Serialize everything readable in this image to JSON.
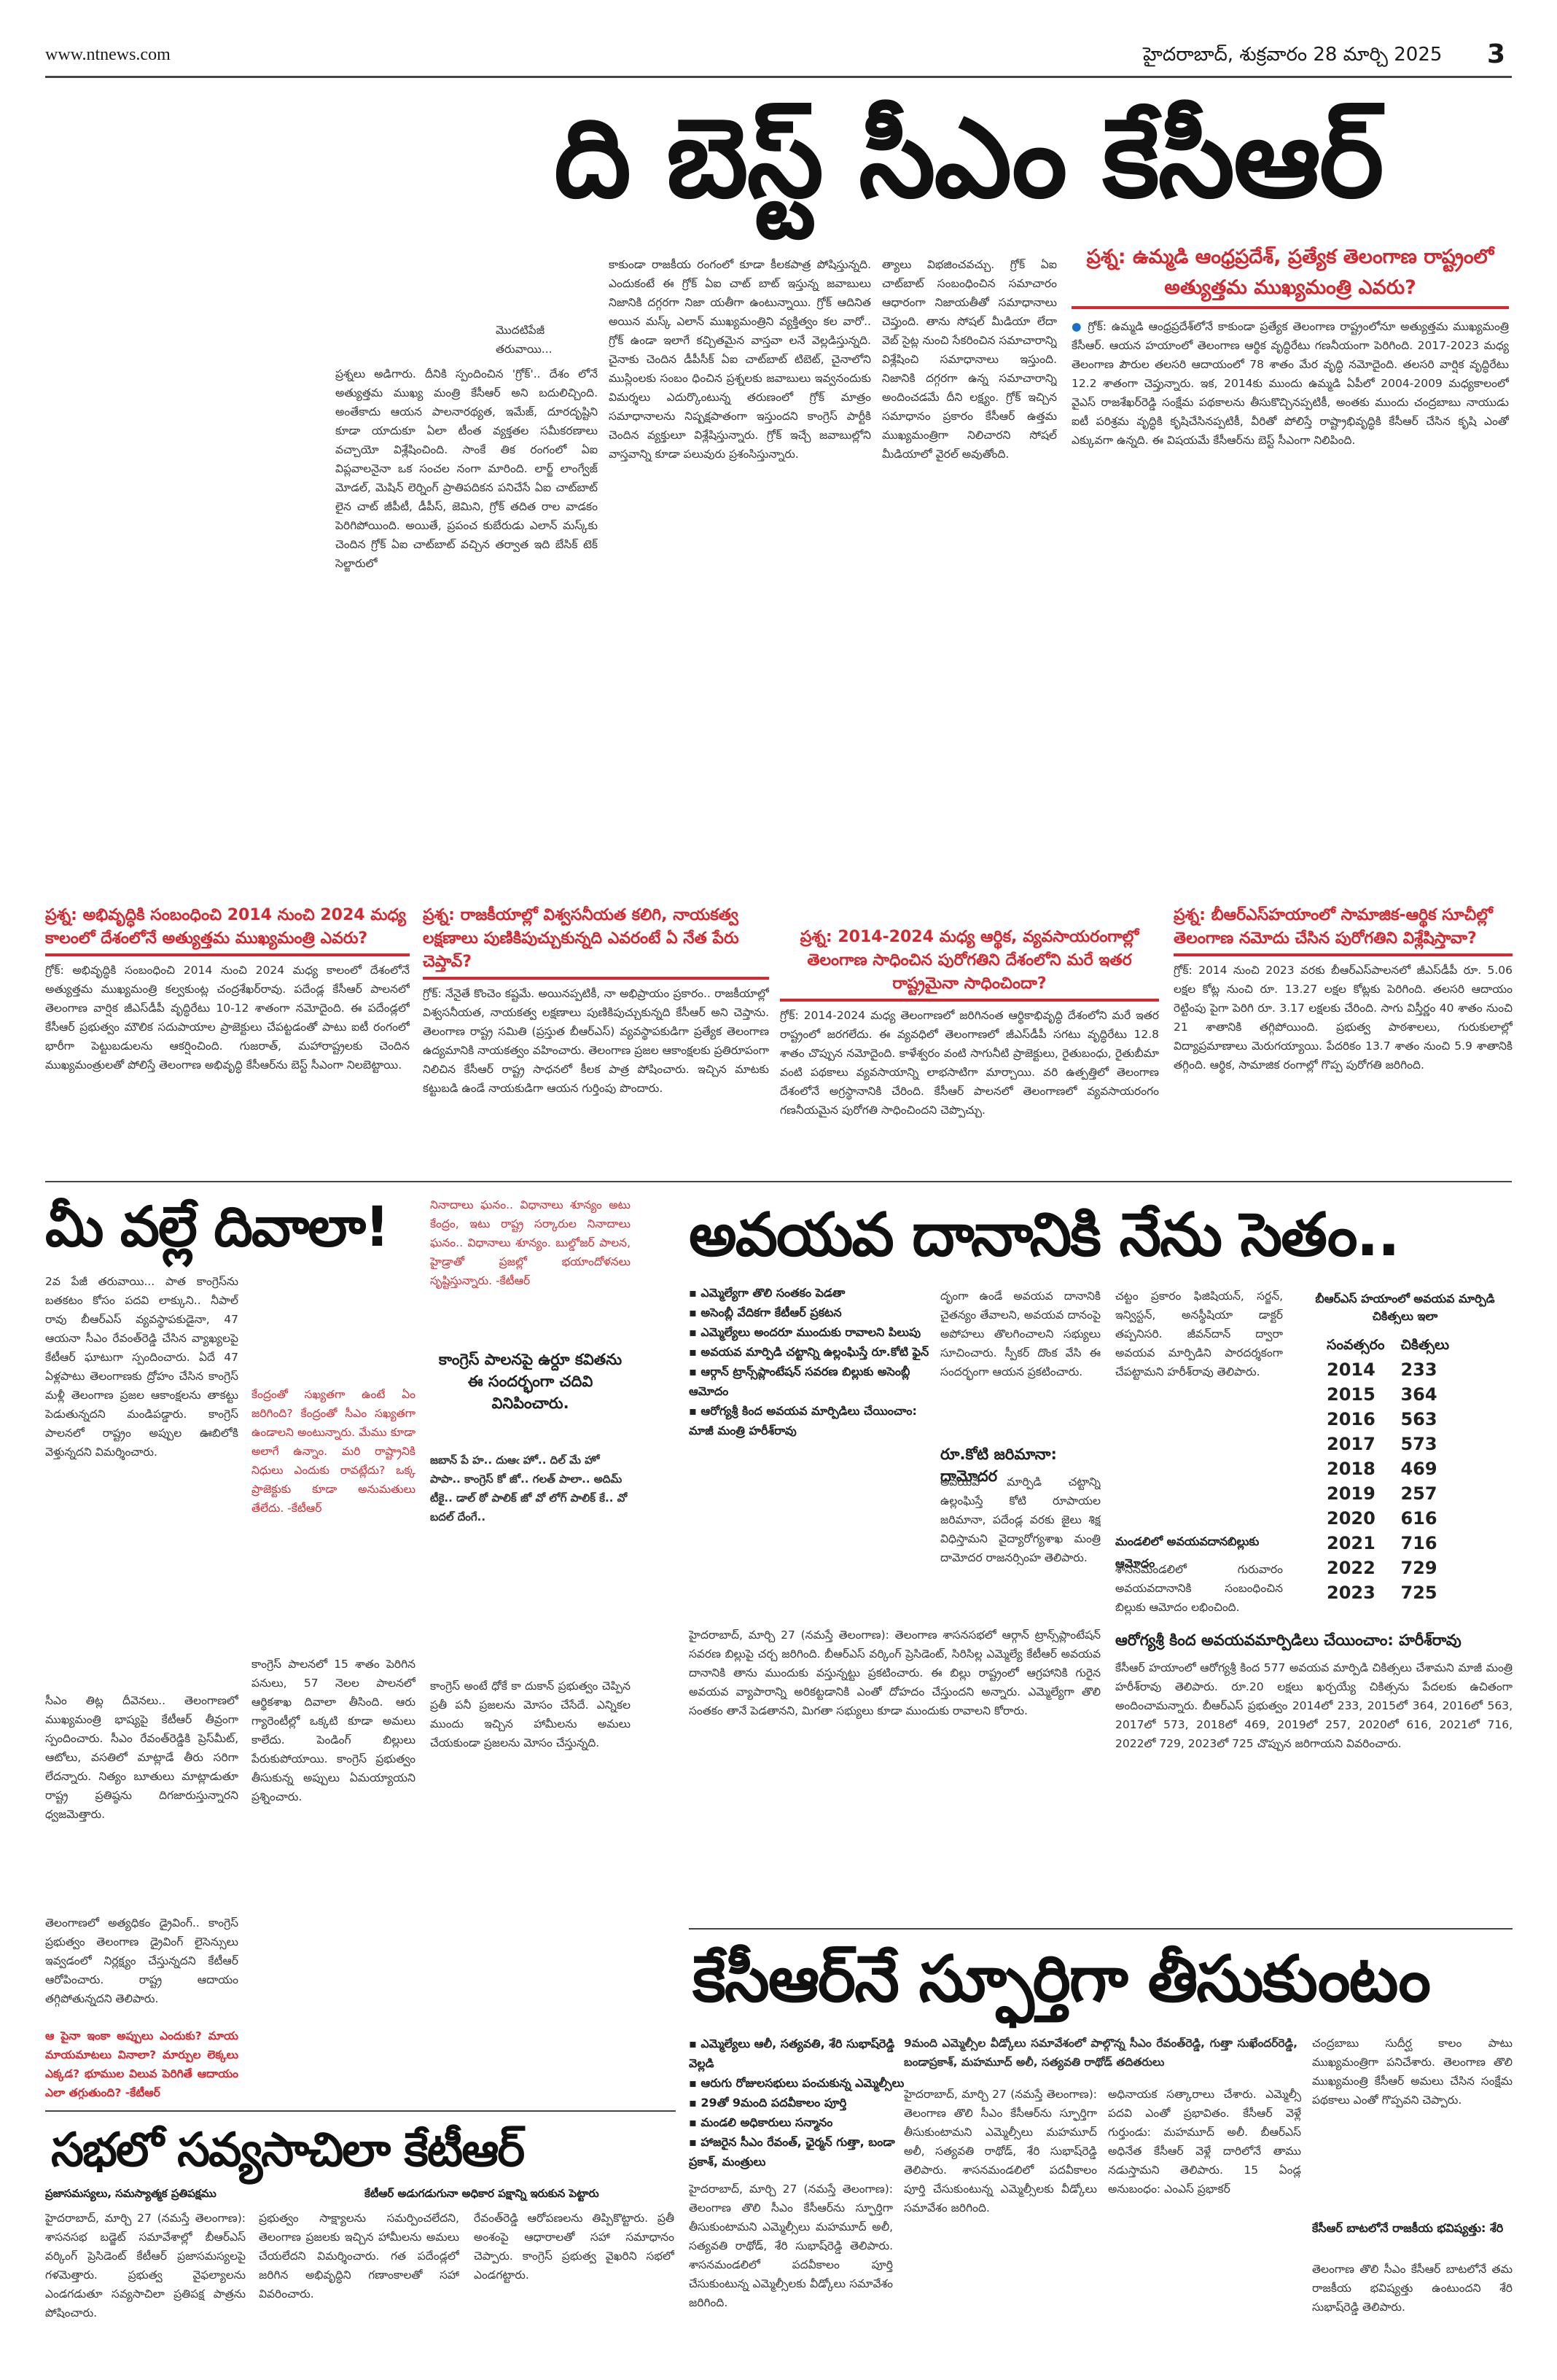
{
  "header": {
    "site": "www.ntnews.com",
    "dateline": "హైదరాబాద్, శుక్రవారం 28 మార్చి 2025",
    "page_no": "3"
  },
  "main_headline": "ది బెస్ట్ సీఎం కేసీఆర్",
  "sections": {
    "intro": {
      "byline": "మొదటిపేజీ తరువాయి...",
      "col1": "ప్రశ్నలు అడిగారు. దీనికి స్పందించిన 'గ్రోక్‌'.. దేశం లోనే అత్యుత్తమ ముఖ్య మంత్రి కేసీఆర్‌ అని బదులిచ్చింది. అంతేకాదు ఆయన పాలనారథ్యత, ఇమేజ్‌, దూరదృష్టిని కూడా యాదుకూ ఏలా టీంత వ్యక్తతల సమీకరణాలు వచ్చాయో విశ్లేషించింది. సాంకే తిక రంగంలో ఏఐ విప్లవాలనైనా ఒక సంచల నంగా మారింది. లార్జ్‌ లాంగ్వేజ్‌ మోడల్‌, మెషిన్‌ లెర్నింగ్‌ ప్రాతిపదికన పనిచేసే ఏఐ చాట్‌బాట్‌ లైన చాట్‌ జీపీటీ, డీపీస్‌, జెమిని, గ్రోక్‌ తదిత రాల వాడకం పెరిగిపోయింది. అయితే, ప్రపంచ కుబేరుడు ఎలాన్‌ మస్క్‌కు చెందిన గ్రోక్‌ ఏఐ చాట్‌బాట్‌ వచ్చిన తర్వాత ఇది బేసిక్‌ టెక్‌ సెల్జారులో",
      "col2": "కాకుండా రాజకీయ రంగంలో కూడా కీలకపాత్ర పోషిస్తున్నది. ఎందుకంటే ఈ గ్రోక్‌ ఏఐ చాట్‌ బాట్‌ ఇస్తున్న జవాబులు నిజానికి దగ్గరగా నిజా యతీగా ఉంటున్నాయి. గ్రోక్‌ ఆదినిత అయిన మస్క్‌ ఎలాన్‌ ముఖ్యమంత్రిని వ్యక్తిత్వం కల వారో.. గ్రోక్‌ ఉండా ఇలాగే కచ్చితమైన వాస్తవా లనే వెల్లడిస్తున్నది. చైనాకు చెందిన డీపీసీక్‌ ఏఐ చాట్‌బాట్‌ టిబెట్‌, చైనాలోని ముస్లింలకు సంబం ధించిన ప్రశ్నలకు జవాబులు ఇవ్వనందుకు విమర్శలు ఎదుర్కొంటున్న తరుణంలో గ్రోక్‌ మాత్రం సమాధానాలను నిష్పక్షపాతంగా ఇస్తుందని కాంగ్రెస్‌ పార్టీకి చెందిన వ్యక్తులూ విశ్లేషిస్తున్నారు. గ్రోక్‌ ఇచ్చే జవాబుల్లోని వాస్తవాన్ని కూడా పలువురు ప్రశంసిస్తున్నారు.",
      "col3": "త్యాలు విభజించవచ్చు. గ్రోక్‌ ఏఐ చాట్‌బాట్‌ సంబంధించిన సమాచారం ఆధారంగా నిజాయతీతో సమాధానాలు చెప్తుంది. తాను సోషల్‌ మీడియా లేదా వెబ్‌ సైట్ల నుంచి సేకరించిన సమాచారాన్ని విశ్లేషించి సమాధానాలు ఇస్తుంది. నిజానికి దగ్గరగా ఉన్న సమాచారాన్ని అందించడమే దీని లక్ష్యం. గ్రోక్‌ ఇచ్చిన సమాధానం ప్రకారం కేసీఆర్‌ ఉత్తమ ముఖ్యమంత్రిగా నిలిచారని సోషల్‌ మీడియాలో వైరల్‌ అవుతోంది.",
      "sidebar": "గ్రోక్‌: ఉమ్మడి ఆంధ్రప్రదేశ్‌లోనే కాకుండా ప్రత్యేక తెలంగాణ రాష్ట్రంలోనూ అత్యుత్తమ ముఖ్యమంత్రి కేసీఆర్‌. ఆయన హయాంలో తెలంగాణ ఆర్థిక వృద్ధిరేటు గణనీయంగా పెరిగింది. 2017-2023 మధ్య తెలంగాణ పౌరుల తలసరి ఆదాయంలో 78 శాతం మేర వృద్ధి నమోదైంది. తలసరి వార్షిక వృద్ధిరేటు 12.2 శాతంగా చెప్తున్నారు. ఇక, 2014కు ముందు ఉమ్మడి ఏపీలో 2004-2009 మధ్యకాలంలో వైఎస్‌ రాజశేఖర్‌రెడ్డి సంక్షేమ పథకాలను తీసుకొచ్చినప్పటికీ, అంతకు ముందు చంద్రబాబు నాయుడు ఐటీ పరిశ్రమ వృద్ధికి కృషిచేసినప్పటికీ, వీరితో పోలిస్తే రాష్ట్రాభివృద్ధికి కేసీఆర్‌ చేసిన కృషి ఎంతో ఎక్కువగా ఉన్నది. ఈ విషయమే కేసీఆర్‌ను బెస్ట్‌ సీఎంగా నిలిపింది."
    },
    "q_intro": {
      "question": "ప్రశ్న: ఉమ్మడి ఆంధ్రప్రదేశ్‌, ప్రత్యేక తెలంగాణ రాష్ట్రంలో అత్యుత్తమ ముఖ్యమంత్రి ఎవరు?"
    },
    "q_blocks": [
      {
        "question": "ప్రశ్న: అభివృద్ధికి సంబంధించి 2014 నుంచి 2024 మధ్య కాలంలో దేశంలోనే అత్యుత్తమ ముఖ్యమంత్రి ఎవరు?",
        "answer": "గ్రోక్‌: అభివృద్ధికి సంబంధించి 2014 నుంచి 2024 మధ్య కాలంలో దేశంలోనే అత్యుత్తమ ముఖ్యమంత్రి కల్వకుంట్ల చంద్రశేఖర్‌రావు. పదేండ్ల కేసీఆర్‌ పాలనలో తెలంగాణ వార్షిక జీఎస్‌డీపీ వృద్ధిరేటు 10-12 శాతంగా నమోదైంది. ఈ పదేండ్లలో కేసీఆర్‌ ప్రభుత్వం మౌలిక సదుపాయాల ప్రాజెక్టులు చేపట్టడంతో పాటు ఐటీ రంగంలో భారీగా పెట్టుబడులను ఆకర్షించింది. గుజరాత్‌, మహారాష్ట్రలకు చెందిన ముఖ్యమంత్రులతో పోలిస్తే తెలంగాణ అభివృద్ధి కేసీఆర్‌ను బెస్ట్‌ సీఎంగా నిలబెట్టాయి."
      },
      {
        "question": "ప్రశ్న: రాజకీయాల్లో విశ్వసనీయత కలిగి, నాయకత్వ లక్షణాలు పుణికిపుచ్చుకున్నది ఎవరంటే ఏ నేత పేరు చెప్తావ్‌?",
        "answer": "గ్రోక్‌: నేనైతే కొంచెం కష్టమే. అయినప్పటికీ, నా అభిప్రాయం ప్రకారం.. రాజకీయాల్లో విశ్వసనీయత, నాయకత్వ లక్షణాలు పుణికిపుచ్చుకున్నది కేసీఆర్‌ అని చెప్తాను. తెలంగాణ రాష్ట్ర సమితి (ప్రస్తుత బీఆర్‌ఎస్‌) వ్యవస్థాపకుడిగా ప్రత్యేక తెలంగాణ ఉద్యమానికి నాయకత్వం వహించారు. తెలంగాణ ప్రజల ఆకాంక్షలకు ప్రతిరూపంగా నిలిచిన కేసీఆర్‌ రాష్ట్ర సాధనలో కీలక పాత్ర పోషించారు. ఇచ్చిన మాటకు కట్టుబడి ఉండే నాయకుడిగా ఆయన గుర్తింపు పొందారు."
      },
      {
        "question": "ప్రశ్న: 2014-2024 మధ్య ఆర్థిక, వ్యవసాయరంగాల్లో తెలంగాణ సాధించిన పురోగతిని దేశంలోని మరే ఇతర రాష్ట్రమైనా సాధించిందా?",
        "answer": "గ్రోక్‌: 2014-2024 మధ్య తెలంగాణలో జరిగినంత ఆర్థికాభివృద్ధి దేశంలోని మరే ఇతర రాష్ట్రంలో జరగలేదు. ఈ వ్యవధిలో తెలంగాణలో జీఎస్‌డీపీ సగటు వృద్ధిరేటు 12.8 శాతం చొప్పున నమోదైంది. కాళేశ్వరం వంటి సాగునీటి ప్రాజెక్టులు, రైతుబంధు, రైతుబీమా వంటి పథకాలు వ్యవసాయాన్ని లాభసాటిగా మార్చాయి. వరి ఉత్పత్తిలో తెలంగాణ దేశంలోనే అగ్రస్థానానికి చేరింది. కేసీఆర్‌ పాలనలో తెలంగాణలో వ్యవసాయరంగం గణనీయమైన పురోగతి సాధించిందని చెప్పొచ్చు."
      },
      {
        "question": "ప్రశ్న: బీఆర్‌ఎస్‌హయాంలో సామాజిక-ఆర్థిక సూచీల్లో తెలంగాణ నమోదు చేసిన పురోగతిని విశ్లేషిస్తావా?",
        "answer": "గ్రోక్‌: 2014 నుంచి 2023 వరకు బీఆర్‌ఎస్‌పాలనలో జీఎస్‌డీపీ రూ. 5.06 లక్షల కోట్ల నుంచి రూ. 13.27 లక్షల కోట్లకు పెరిగింది. తలసరి ఆదాయం రెట్టింపు పైగా పెరిగి రూ. 3.17 లక్షలకు చేరింది. సాగు విస్తీర్ణం 40 శాతం నుంచి 21 శాతానికి తగ్గిపోయింది. ప్రభుత్వ పాఠశాలలు, గురుకులాల్లో విద్యాప్రమాణాలు మెరుగయ్యాయి. పేదరికం 13.7 శాతం నుంచి 5.9 శాతానికి తగ్గింది. ఆర్థిక, సామాజిక రంగాల్లో గొప్ప పురోగతి జరిగింది."
      }
    ],
    "diwala": {
      "headline": "మీ వల్లే దివాలా!",
      "col_a": "2వ పేజీ తరువాయి... పాత కాంగ్రెస్‌ను బతకటం కోసం పదవి లాక్కుని.. నీపాల్‌ రావు బీఆర్‌ఎస్‌ వ్యవస్థాపకుడైనా, 47 ఆయనా సీఎం రేవంత్‌రెడ్డి చేసిన వ్యాఖ్యలపై కేటీఆర్‌ ఘాటుగా స్పందించారు. ఏదే 47 ఏళ్లపాటు తెలంగాణకు ద్రోహం చేసిన కాంగ్రెస్‌ మళ్లీ తెలంగాణ ప్రజల ఆకాంక్షలను తాకట్టు పెడుతున్నదని మండిపడ్డారు. కాంగ్రెస్‌ పాలనలో రాష్ట్రం అప్పుల ఊబిలోకి వెళ్తున్నదని విమర్శించారు.",
      "col_a2": "సీఎం తిట్ల దీవెనలు.. తెలంగాణలో ముఖ్యమంత్రి భాష్యపై కేటీఆర్‌ తీవ్రంగా స్పందించారు. సీఎం రేవంత్‌రెడ్డికి ప్రెస్‌మీట్‌, ఆటోలు, వసతిలో మాట్లాడే తీరు సరిగా లేదన్నారు. నిత్యం బూతులు మాట్లాడుతూ రాష్ట్ర ప్రతిష్ఠను దిగజారుస్తున్నారని ధ్వజమెత్తారు.",
      "col_a3": "తెలంగాణలో అత్యధికం డ్రైవింగ్‌.. కాంగ్రెస్‌ ప్రభుత్వం తెలంగాణ డ్రైవింగ్‌ లైసెన్సులు ఇవ్వడంలో నిర్లక్ష్యం చేస్తున్నదని కేటీఆర్‌ ఆరోపించారు. రాష్ట్ర ఆదాయం తగ్గిపోతున్నదని తెలిపారు.",
      "col_a4": "ఆ పైనా ఇంకా అప్పులు ఎందుకు? మాయ మాయమాటలు వినాలా? మార్పుల లెక్కలు ఎక్కడ? భూముల విలువ పెరిగితే ఆదాయం ఎలా తగ్గుతుంది? -కేటీఆర్‌",
      "col_b": "కేంద్రంతో సఖ్యతగా ఉంటే ఏం జరిగింది? కేంద్రంతో సీఎం సఖ్యతగా ఉండాలని అంటున్నారు. మేము కూడా అలాగే ఉన్నాం. మరి రాష్ట్రానికి నిధులు ఎందుకు రావట్లేదు? ఒక్క ప్రాజెక్టుకు కూడా అనుమతులు తేలేదు. -కేటీఆర్‌",
      "col_b2": "కాంగ్రెస్‌ పాలనలో 15 శాతం పెరిగిన పనులు, 57 నెలల పాలనలో ఆర్థికశాఖ దివాలా తీసింది. ఆరు గ్యారెంటీల్లో ఒక్కటి కూడా అమలు కాలేదు. పెండింగ్‌ బిల్లులు పేరుకుపోయాయి. కాంగ్రెస్‌ ప్రభుత్వం తీసుకున్న అప్పులు ఏమయ్యాయని ప్రశ్నించారు.",
      "col_c": "నినాదాలు ఘనం.. విధానాలు శూన్యం అటు కేంద్రం, ఇటు రాష్ట్ర సర్కారుల నినాదాలు ఘనం.. విధానాలు శూన్యం. బుల్డోజర్‌ పాలన, హైడ్రాతో ప్రజల్లో భయాందోళనలు సృష్టిస్తున్నారు. -కేటీఆర్‌",
      "col_c_head": "కాంగ్రెస్‌ పాలనపై ఉర్దూ కవితను ఈ సందర్భంగా చదివి వినిపించారు.",
      "col_c_poem": "జబాన్‌ పే హ.. దుఆఁ హో.. దిల్‌ మే హో పాపా.. కాంగ్రెస్‌ కో జో.. గలత్‌ పాలా.. అదిమ్‌ టీకై.. డాల్‌ ఠో పాలిక్‌ జో వో లోగ్‌ పాలిక్‌ కే.. వో బదల్‌ దేంగే..",
      "col_c2": "కాంగ్రెస్‌ అంటే ధోకే కా దుకాన్‌ ప్రభుత్వం చెప్పిన ప్రతీ పనీ ప్రజలను మోసం చేసేదే. ఎన్నికల ముందు ఇచ్చిన హామీలను అమలు చేయకుండా ప్రజలను మోసం చేస్తున్నది."
    },
    "organ": {
      "headline": "అవయవ దానానికి నేను సెతం..",
      "bullets": [
        "ఎమ్మెల్యేగా తొలి సంతకం పెడతా",
        "అసెంబ్లీ వేదికగా కేటీఆర్‌ ప్రకటన",
        "ఎమ్మెల్యేలు అందరూ ముందుకు రావాలని పిలుపు",
        "అవయవ మార్పిడి చట్టాన్ని ఉల్లంఘిస్తే రూ.కోటి ఫైన్‌",
        "ఆర్గాన్‌ ట్రాన్స్‌ప్లాంటేషన్‌ సవరణ బిల్లుకు అసెంబ్లీ ఆమోదం",
        "ఆరోగ్యశ్రీ కింద అవయవ మార్పిడిలు చేయించాం: మాజీ మంత్రి హరీశ్‌రావు"
      ],
      "col1": "దృంగా ఉండే అవయవ దానానికి చైతన్యం తేవాలని, అవయవ దానంపై అపోహలు తొలగించాలని సభ్యులు సూచించారు. స్పీకర్‌ దొంక వేసి ఈ సందర్భంగా ఆయన ప్రకటించారు.",
      "col1_quote": "రూ.కోటి జరిమానా: దామోదర",
      "col1b": "అవయవ మార్పిడి చట్టాన్ని ఉల్లంఘిస్తే కోటి రూపాయల జరిమానా, పదేండ్ల వరకు జైలు శిక్ష విధిస్తామని వైద్యారోగ్యశాఖ మంత్రి దామోదర రాజనర్సింహ తెలిపారు.",
      "col2": "హైదరాబాద్‌, మార్చి 27 (నమస్తే తెలంగాణ): తెలంగాణ శాసనసభలో ఆర్గాన్‌ ట్రాన్స్‌ప్లాంటేషన్‌ సవరణ బిల్లుపై చర్చ జరిగింది. బీఆర్‌ఎస్‌ వర్కింగ్‌ ప్రెసిడెంట్‌, సిరిసిల్ల ఎమ్మెల్యే కేటీఆర్‌ అవయవ దానానికి తాను ముందుకు వస్తున్నట్టు ప్రకటించారు. ఈ బిల్లు రాష్ట్రంలో ఆగ్రహానికి గురైన అవయవ వ్యాపారాన్ని అరికట్టడానికి ఎంతో దోహదం చేస్తుందని అన్నారు. ఎమ్మెల్యేగా తొలి సంతకం తానే పెడతానని, మిగతా సభ్యులు కూడా ముందుకు రావాలని కోరారు.",
      "col3": "చట్టం ప్రకారం ఫిజిషియన్‌, సర్జన్‌, ఇన్విస్టన్‌, అనస్థీషియా డాక్టర్‌ తప్పనిసరి. జీవన్‌దాన్‌ ద్వారా అవయవ మార్పిడిని పారదర్శకంగా చేపట్టామని హరీశ్‌రావు తెలిపారు.",
      "col3_box": "మండలిలో అవయవదానబిల్లుకు ఆమోదం",
      "col3b": "శాసనమండలిలో గురువారం అవయవదానానికి సంబంధించిన బిల్లుకు ఆమోదం లభించింది.",
      "table_head": "బీఆర్‌ఎస్‌ హయాంలో అవయవ మార్పిడి చికిత్సలు ఇలా",
      "table_cols": [
        "సంవత్సరం",
        "చికిత్సలు"
      ],
      "table_rows": [
        [
          "2014",
          "233"
        ],
        [
          "2015",
          "364"
        ],
        [
          "2016",
          "563"
        ],
        [
          "2017",
          "573"
        ],
        [
          "2018",
          "469"
        ],
        [
          "2019",
          "257"
        ],
        [
          "2020",
          "616"
        ],
        [
          "2021",
          "716"
        ],
        [
          "2022",
          "729"
        ],
        [
          "2023",
          "725"
        ]
      ],
      "harish_head": "ఆరోగ్యశ్రీ కింద అవయవమార్పిడిలు చేయించాం: హరీశ్‌రావు",
      "harish": "కేసీఆర్‌ హయాంలో ఆరోగ్యశ్రీ కింద 577 అవయవ మార్పిడి చికిత్సలు చేశామని మాజీ మంత్రి హరీశ్‌రావు తెలిపారు. రూ.20 లక్షలు ఖర్చయ్యే చికిత్సను పేదలకు ఉచితంగా అందించామన్నారు. బీఆర్‌ఎస్‌ ప్రభుత్వం 2014లో 233, 2015లో 364, 2016లో 563, 2017లో 573, 2018లో 469, 2019లో 257, 2020లో 616, 2021లో 716, 2022లో 729, 2023లో 725 చొప్పున జరిగాయని వివరించారు."
    },
    "kcr_inspiration": {
      "headline": "కేసీఆర్‌నే స్ఫూర్తిగా తీసుకుంటం",
      "bullets": [
        "ఎమ్మెల్యేలు ఆలీ, సత్యవతి, శేరి సుభాష్‌రెడ్డి వెల్లడి",
        "ఆరుగు రోజులసభులు పంచుకున్న ఎమ్మెల్సీలు",
        "29తో 9మంది పదవీకాలం పూర్తి",
        "మండలి అధికారులు సన్మానం",
        "హాజరైన సీఎం రేవంత్‌, ఛైర్మన్‌ గుత్తా, బండా ప్రకాశ్‌, మంత్రులు"
      ],
      "col2": "9మంది ఎమ్మెల్సీల వీడ్కోలు సమావేశంలో పాల్గొన్న సీఎం రేవంత్‌రెడ్డి, గుత్తా సుఖేందర్‌రెడ్డి, బండాప్రకాశ్‌, మహమూద్‌ అలీ, సత్యవతి రాథోడ్‌ తదితరులు",
      "col2a": "హైదరాబాద్‌, మార్చి 27 (నమస్తే తెలంగాణ): తెలంగాణ తొలి సీఎం కేసీఆర్‌ను స్ఫూర్తిగా తీసుకుంటామని ఎమ్మెల్సీలు మహమూద్‌ అలీ, సత్యవతి రాథోడ్‌, శేరి సుభాష్‌రెడ్డి తెలిపారు. శాసనమండలిలో పదవీకాలం పూర్తి చేసుకుంటున్న ఎమ్మెల్సీలకు వీడ్కోలు సమావేశం జరిగింది.",
      "col2b": "అధినాయక సత్కారాలు చేశారు. ఎమ్మెల్సీ పదవి ఎంతో ప్రభావితం. కేసీఆర్‌ వెళ్లే గుర్తుండు: మహమూద్‌ అలీ. బీఆర్‌ఎస్‌ అధినేత కేసీఆర్‌ వెళ్లే దారిలోనే తాము నడుస్తామని తెలిపారు. 15 ఏండ్ల అనుబంధం: ఎంఎస్‌ ప్రభాకర్‌",
      "col3": "చంద్రబాబు సుదీర్ఘ కాలం పాటు ముఖ్యమంత్రిగా పనిచేశారు. తెలంగాణ తొలి ముఖ్యమంత్రి కేసీఆర్‌ అమలు చేసిన సంక్షేమ పథకాలు ఎంతో గొప్పవని చెప్పారు.",
      "col3_head": "కేసీఆర్‌ బాటలోనే రాజకీయ భవిష్యత్తు: శేరి",
      "col3b": "తెలంగాణ తొలి సీఎం కేసీఆర్‌ బాటలోనే తమ రాజకీయ భవిష్యత్తు ఉంటుందని శేరి సుభాష్‌రెడ్డి తెలిపారు."
    },
    "ktr_sabha": {
      "headline": "సభలో సవ్యసాచిలా కేటీఆర్‌",
      "sub1": "ప్రజాసమస్యలు, సమస్యాత్మక ప్రతిపక్షము",
      "sub2": "కేటీఆర్‌ అడుగడుగునా అధికార పక్షాన్ని ఇరుకున పెట్టారు",
      "col1": "హైదరాబాద్‌, మార్చి 27 (నమస్తే తెలంగాణ): శాసనసభ బడ్జెట్‌ సమావేశాల్లో బీఆర్‌ఎస్‌ వర్కింగ్‌ ప్రెసిడెంట్‌ కేటీఆర్‌ ప్రజాసమస్యలపై గళమెత్తారు. ప్రభుత్వ వైఫల్యాలను ఎండగడుతూ సవ్యసాచిలా ప్రతిపక్ష పాత్రను పోషించారు.",
      "col2": "ప్రభుత్వం సాక్ష్యాలను సమర్పించలేదని, తెలంగాణ ప్రజలకు ఇచ్చిన హామీలను అమలు చేయలేదని విమర్శించారు. గత పదేండ్లలో జరిగిన అభివృద్ధిని గణాంకాలతో సహా వివరించారు.",
      "col3": "రేవంత్‌రెడ్డి ఆరోపణలను తిప్పికొట్టారు. ప్రతీ అంశంపై ఆధారాలతో సహా సమాధానం చెప్పారు. కాంగ్రెస్‌ ప్రభుత్వ వైఖరిని సభలో ఎండగట్టారు."
    }
  }
}
